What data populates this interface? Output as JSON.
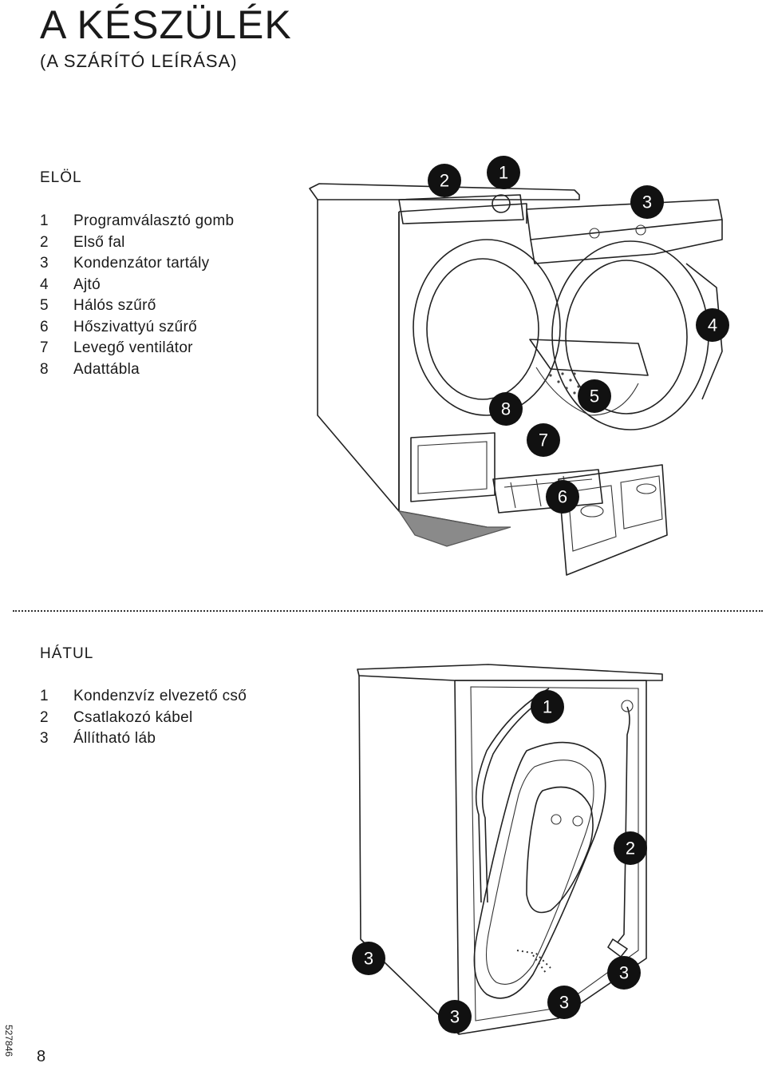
{
  "title": "A KÉSZÜLÉK",
  "subtitle": "(A SZÁRÍTÓ LEÍRÁSA)",
  "front": {
    "heading": "ELÖL",
    "items": [
      {
        "num": "1",
        "label": "Programválasztó gomb"
      },
      {
        "num": "2",
        "label": "Első fal"
      },
      {
        "num": "3",
        "label": "Kondenzátor tartály"
      },
      {
        "num": "4",
        "label": "Ajtó"
      },
      {
        "num": "5",
        "label": "Hálós szűrő"
      },
      {
        "num": "6",
        "label": "Hőszivattyú szűrő"
      },
      {
        "num": "7",
        "label": "Levegő ventilátor"
      },
      {
        "num": "8",
        "label": "Adattábla"
      }
    ],
    "callouts": [
      "2",
      "1",
      "3",
      "4",
      "8",
      "5",
      "7",
      "6"
    ]
  },
  "back": {
    "heading": "HÁTUL",
    "items": [
      {
        "num": "1",
        "label": "Kondenzvíz elvezető cső"
      },
      {
        "num": "2",
        "label": "Csatlakozó kábel"
      },
      {
        "num": "3",
        "label": "Állítható láb"
      }
    ],
    "callouts": [
      "1",
      "2",
      "3",
      "3",
      "3",
      "3"
    ]
  },
  "page_number": "8",
  "doc_code": "527846"
}
